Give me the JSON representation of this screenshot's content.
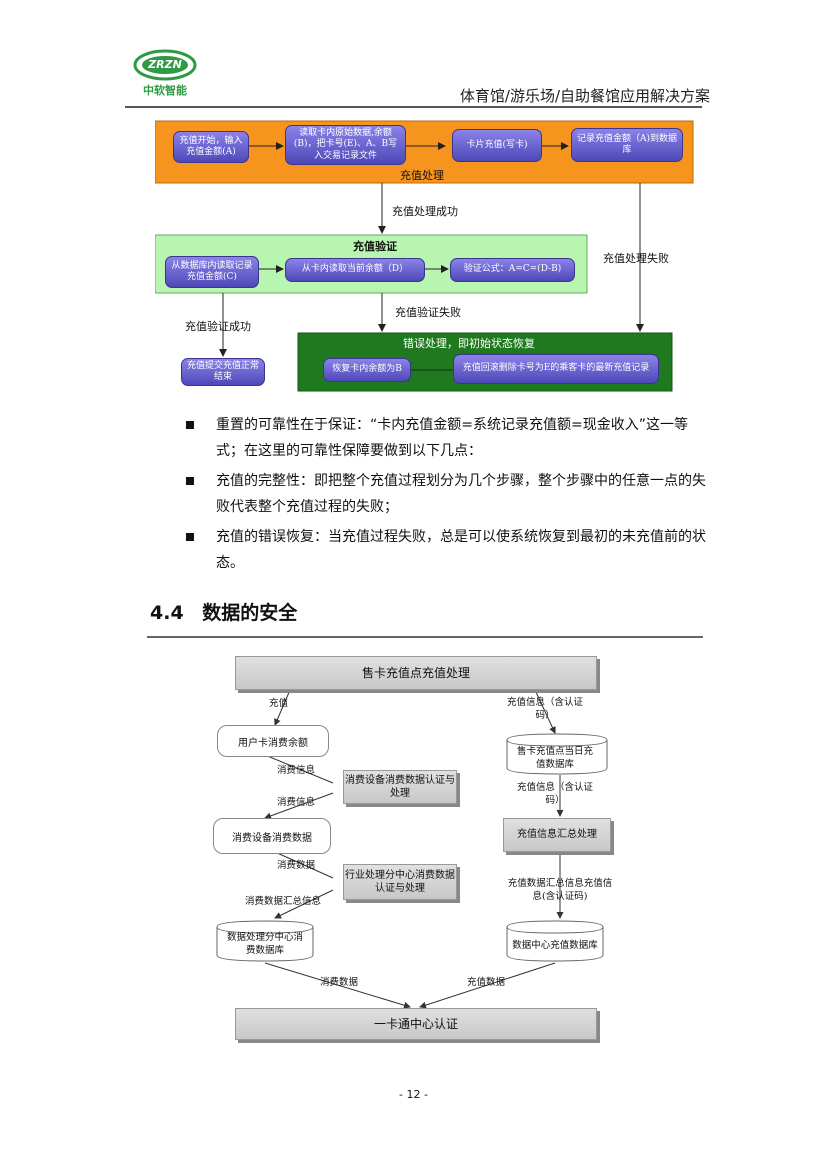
{
  "header": {
    "logo_text": "ZRZN",
    "logo_sub": "中软智能",
    "title": "体育馆/游乐场/自助餐馆应用解决方案"
  },
  "diagram1": {
    "recharge_group_label": "充值处理",
    "n_start": "充值开始，输入充值金额(A)",
    "n_read": "读取卡内原始数据,余额(B)，把卡号(E)、A、B写入交易记录文件",
    "n_write": "卡片充值(写卡)",
    "n_record": "记录充值金额（A)到数据库",
    "e_success": "充值处理成功",
    "e_fail": "充值处理失败",
    "verify_group_label": "充值验证",
    "v_db": "从数据库内读取记录充值金额(C)",
    "v_card": "从卡内读取当前余额（D）",
    "v_formula": "验证公式：A=C=(D-B)",
    "e_verify_success": "充值验证成功",
    "e_verify_fail": "充值验证失败",
    "commit": "充值提交充值正常结束",
    "error_group_label": "错误处理，即初始状态恢复",
    "restore": "恢复卡内余额为B",
    "rollback": "充值回滚删除卡号为E的乘客卡的最新充值记录"
  },
  "bullets": [
    "重置的可靠性在于保证：“卡内充值金额=系统记录充值额=现金收入”这一等式；在这里的可靠性保障要做到以下几点：",
    "充值的完整性：即把整个充值过程划分为几个步骤，整个步骤中的任意一点的失败代表整个充值过程的失败；",
    "充值的错误恢复：当充值过程失败，总是可以使系统恢复到最初的未充值前的状态。"
  ],
  "section": {
    "number": "4.4",
    "title": "数据的安全"
  },
  "diagram2": {
    "top": "售卡充值点充值处理",
    "e_recharge": "充值",
    "user_balance": "用户卡消费余额",
    "e_info_right": "充值信息（含认证码）",
    "day_db": "售卡充值点当日充值数据库",
    "e_consume_info1": "消费信息",
    "device_auth": "消费设备消费数据认证与处理",
    "e_consume_info2": "消费信息",
    "e_info_right2": "充值信息（含认证码）",
    "device_data": "消费设备消费数据",
    "summary": "充值信息汇总处理",
    "e_consume_data": "消费数据",
    "industry": "行业处理分中心消费数据认证与处理",
    "e_summary_left": "消费数据汇总信息",
    "e_summary_right": "充值数据汇总信息充值信息(含认证码)",
    "sub_db": "数据处理分中心消费数据库",
    "center_db": "数据中心充值数据库",
    "e_bottom_left": "消费数据",
    "e_bottom_right": "充值数据",
    "bottom": "一卡通中心认证"
  },
  "footer": {
    "page": "- 12 -"
  }
}
